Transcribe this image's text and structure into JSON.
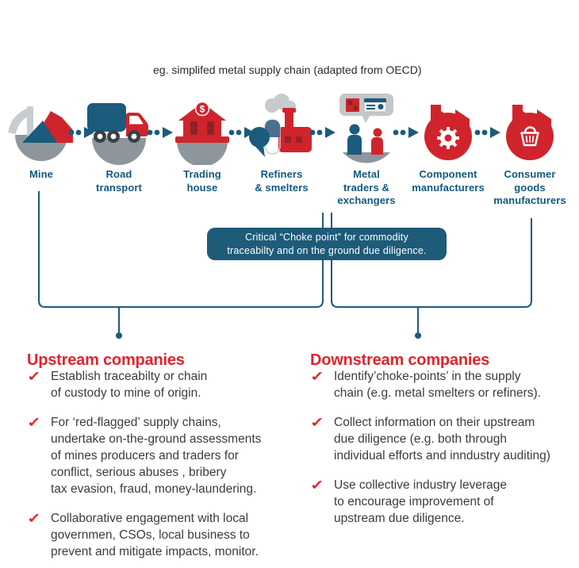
{
  "title": "eg. simplifed metal supply chain (adapted from OECD)",
  "colors": {
    "teal": "#1b5b7b",
    "icon_red": "#d0242c",
    "accent_red": "#e3242e",
    "base_gray": "#8d969c",
    "light_gray": "#c7cacc",
    "body_text": "#3c3c3c"
  },
  "chain": {
    "steps": [
      {
        "label": "Mine",
        "icon": "mine-icon"
      },
      {
        "label": "Road\ntransport",
        "icon": "truck-icon"
      },
      {
        "label": "Trading\nhouse",
        "icon": "bank-icon"
      },
      {
        "label": "Refiners\n& smelters",
        "icon": "smelter-icon"
      },
      {
        "label": "Metal\ntraders &\nexchangers",
        "icon": "traders-icon"
      },
      {
        "label": "Component\nmanufacturers",
        "icon": "gear-factory-icon"
      },
      {
        "label": "Consumer\ngoods\nmanufacturers",
        "icon": "basket-factory-icon"
      }
    ]
  },
  "choke_box": {
    "text": "Critical “Choke point” for commodity\ntraceabilty and on the ground due diligence."
  },
  "upstream": {
    "heading": "Upstream companies",
    "items": [
      "Establish traceabilty or chain\nof custody to mine of origin.",
      "For ‘red-flagged’ supply chains,\nundertake on-the-ground assessments\nof mines producers and traders for\nconflict, serious abuses , bribery\ntax evasion, fraud, money-laundering.",
      "Collaborative engagement with local\ngovernmen, CSOs, local business to\nprevent and mitigate impacts, monitor."
    ]
  },
  "downstream": {
    "heading": "Downstream companies",
    "items": [
      "Identify’choke-points’ in the supply\nchain (e.g. metal smelters or refiners).",
      "Collect information on their upstream\ndue diligence (e.g. both through\nindividual efforts and inndustry auditing)",
      "Use collective industry leverage\nto encourage improvement of\nupstream due diligence."
    ]
  }
}
